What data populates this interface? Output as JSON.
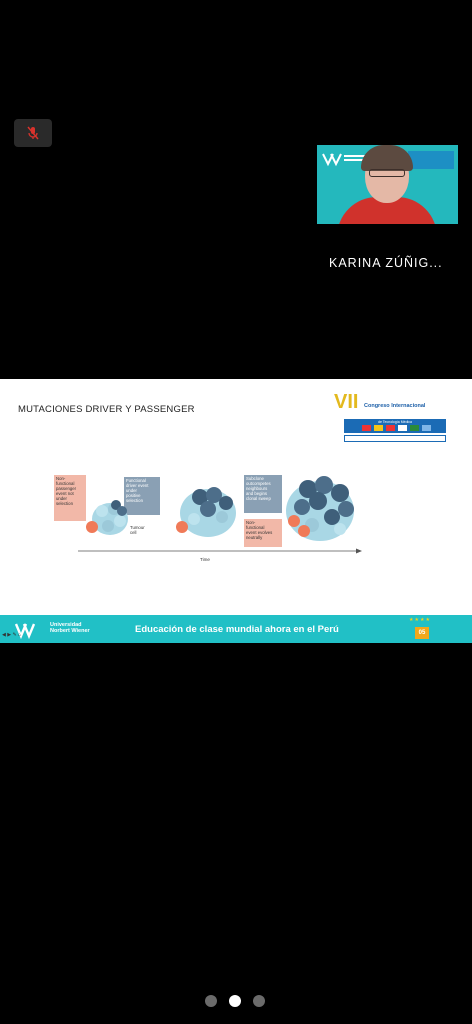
{
  "participant": {
    "name": "KARINA ZÚÑIG..."
  },
  "slide": {
    "title": "MUTACIONES DRIVER Y PASSENGER",
    "congress": {
      "roman": "VII",
      "title": "Congreso Internacional",
      "subtitle": "de Tecnología Médica"
    },
    "diagram": {
      "label_nonfunctional": [
        "Non-",
        "functional",
        "passenger",
        "event not",
        "under",
        "selection"
      ],
      "label_functional": [
        "Functional",
        "driver event",
        "under",
        "positive",
        "selection"
      ],
      "label_tumour": [
        "Tumour",
        "cell"
      ],
      "label_sweep": [
        "Subclone",
        "outcompetes",
        "neighbours",
        "and begins",
        "clonal sweep"
      ],
      "label_neutral": [
        "Non-",
        "functional",
        "event evolves",
        "neutrally"
      ],
      "time_label": "Time"
    },
    "footer": {
      "university_line1": "Universidad",
      "university_line2": "Norbert Wiener",
      "tagline": "Educación de clase mundial ahora en el Perú",
      "badge": "05"
    }
  },
  "pagination": {
    "pages": 3,
    "active_index": 1
  }
}
